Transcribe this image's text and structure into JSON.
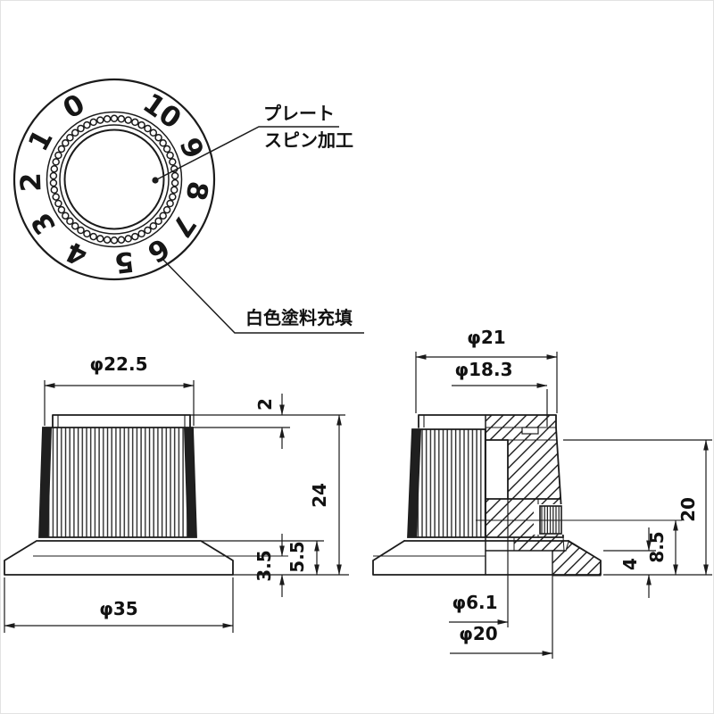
{
  "drawing": {
    "top_view": {
      "dial_numbers": [
        "0",
        "1",
        "2",
        "3",
        "4",
        "5",
        "6",
        "7",
        "8",
        "9",
        "10"
      ],
      "plate_note_line1": "プレート",
      "plate_note_line2": "スピン加工",
      "paint_note": "白色塗料充填"
    },
    "front_view": {
      "dim_top_diameter": "φ22.5",
      "dim_cap_height": "2",
      "dim_total_height": "24",
      "dim_skirt_step": "3.5",
      "dim_skirt_height": "5.5",
      "dim_base_diameter": "φ35"
    },
    "side_view": {
      "dim_cap_diameter": "φ21",
      "dim_plate_diameter": "φ18.3",
      "dim_bore_depth": "20",
      "dim_screw_center_height": "8.5",
      "dim_recess_depth": "4",
      "dim_shaft_hole": "φ6.1",
      "dim_recess_diameter": "φ20"
    },
    "colors": {
      "ink": "#1b1b1b",
      "background": "#ffffff"
    }
  }
}
